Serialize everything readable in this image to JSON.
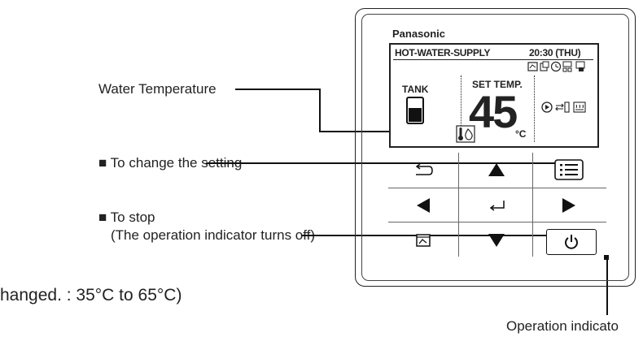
{
  "callouts": {
    "water_temperature": "Water Temperature",
    "change_setting": "■ To change the setting",
    "stop_line1": "■ To stop",
    "stop_line2": "(The operation indicator turns off)",
    "range_note": "hanged. : 35°C to 65°C)",
    "operation_indicator": "Operation indicato"
  },
  "remote": {
    "brand": "Panasonic",
    "screen": {
      "mode": "HOT-WATER-SUPPLY",
      "clock": "20:30 (THU)",
      "tank_label": "TANK",
      "set_temp_label": "SET TEMP.",
      "set_temp_value": "45",
      "unit": "°C"
    },
    "icons": [
      "schedule-icon",
      "copy-icon",
      "timer-icon",
      "network-icon",
      "lock-icon",
      "drain-icon",
      "pump-icon",
      "flow-icon",
      "heater-icon",
      "thermometer-drop-icon",
      "tank-level-icon"
    ],
    "keys": [
      "back",
      "up",
      "menu",
      "left",
      "enter",
      "right",
      "schedule",
      "down",
      "power"
    ],
    "colors": {
      "text": "#222222",
      "frame": "#222222",
      "indicator": "#111111"
    }
  }
}
